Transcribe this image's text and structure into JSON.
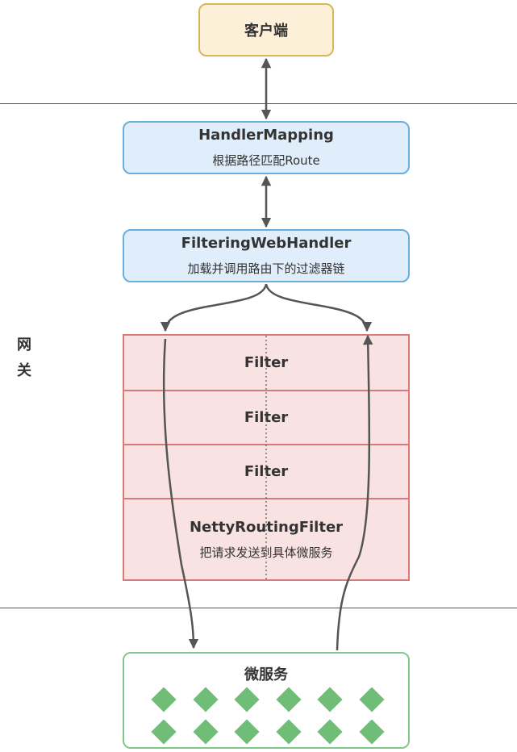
{
  "client": {
    "title": "客户端"
  },
  "handler_mapping": {
    "title": "HandlerMapping",
    "subtitle": "根据路径匹配Route"
  },
  "filtering_web_handler": {
    "title": "FilteringWebHandler",
    "subtitle": "加载并调用路由下的过滤器链"
  },
  "gateway": {
    "label_line1": "网",
    "label_line2": "关"
  },
  "filters": [
    {
      "title": "Filter"
    },
    {
      "title": "Filter"
    },
    {
      "title": "Filter"
    },
    {
      "title": "NettyRoutingFilter",
      "subtitle": "把请求发送到具体微服务"
    }
  ],
  "microservice": {
    "title": "微服务",
    "instance_count": 12,
    "icon": "diamond-icon"
  },
  "colors": {
    "client_fill": "#fdf0d8",
    "client_border": "#d6b656",
    "handler_fill": "#dfeefa",
    "handler_border": "#6aaedb",
    "filter_fill": "#f9e2e2",
    "filter_border": "#d97a7a",
    "service_border": "#80c98a",
    "diamond": "#6fbd77",
    "arrow": "#555555"
  }
}
